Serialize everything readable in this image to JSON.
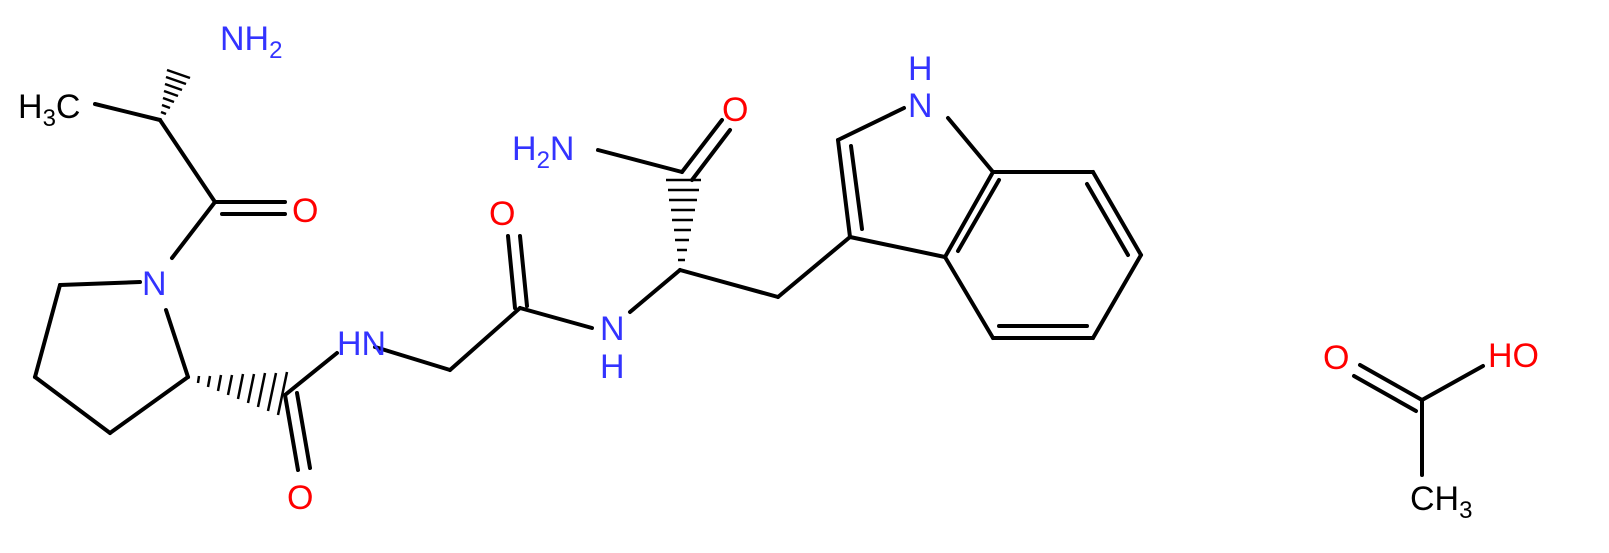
{
  "colors": {
    "bond": "#000000",
    "nitrogen": "#3333ff",
    "oxygen": "#ff0000",
    "carbon": "#000000"
  },
  "molecule_1": {
    "labels": {
      "nh2_top": "NH2",
      "h3c": "H3C",
      "o_ala": "O",
      "n_pro": "N",
      "hn_pro_gly": "HN",
      "o_pro": "O",
      "o_gly": "O",
      "hn_gly_trp": "HN",
      "h2n_amide": "H2N",
      "o_amide": "O",
      "hn_indole": "HN"
    }
  },
  "molecule_2": {
    "labels": {
      "o": "O",
      "ho": "HO",
      "ch3": "CH3"
    }
  }
}
